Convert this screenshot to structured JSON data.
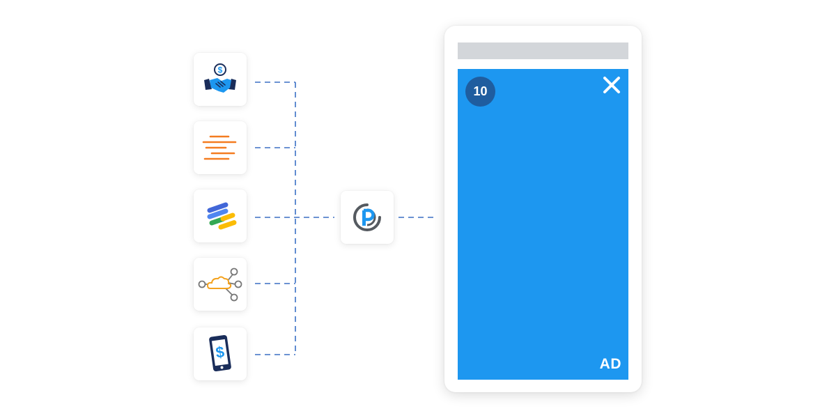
{
  "sources": [
    {
      "id": "deals",
      "icon": "handshake-dollar-icon"
    },
    {
      "id": "lines",
      "icon": "orange-lines-icon"
    },
    {
      "id": "ad-manager",
      "icon": "colored-stripes-icon"
    },
    {
      "id": "cloud",
      "icon": "cloud-network-icon"
    },
    {
      "id": "in-app-purchase",
      "icon": "phone-dollar-icon"
    }
  ],
  "hub": {
    "icon": "platform-p-logo-icon"
  },
  "phone": {
    "countdown": "10",
    "ad_label": "AD",
    "close_icon": "close-icon"
  },
  "colors": {
    "connector": "#3a6fc4",
    "ad_background": "#1d97f0",
    "countdown_background": "#1f5d9f",
    "address_bar": "#d3d6da"
  }
}
